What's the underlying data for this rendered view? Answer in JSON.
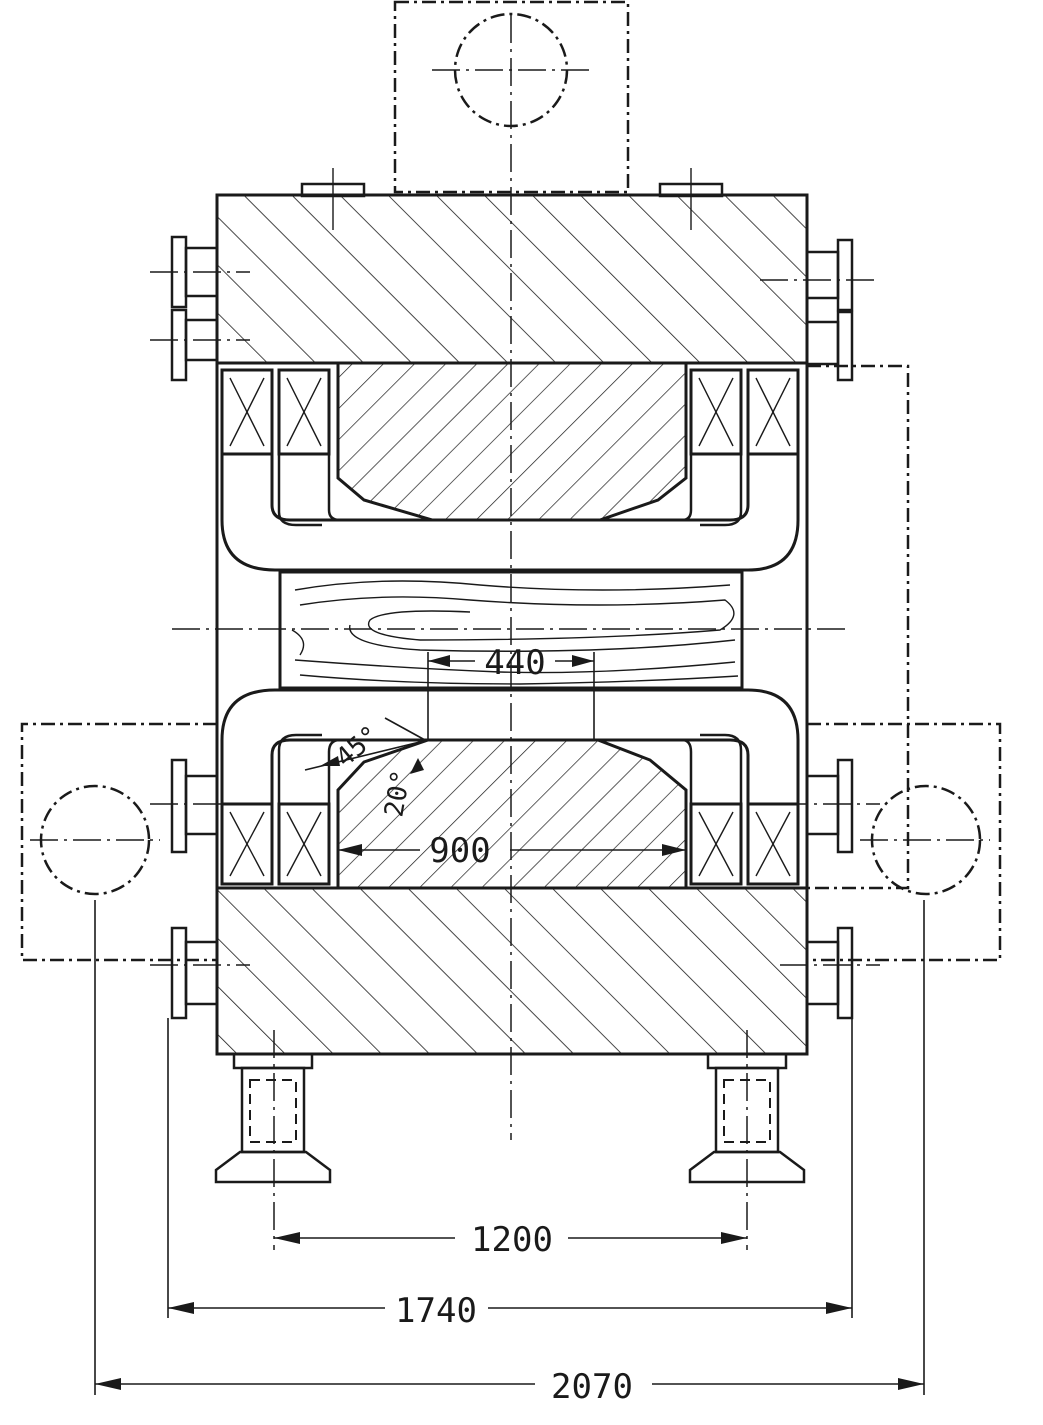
{
  "drawing": {
    "dimensions": {
      "gap_width": "440",
      "pole_width": "900",
      "foot_spacing": "1200",
      "flange_span": "1740",
      "overall_width": "2070"
    },
    "angles": {
      "chamfer_large": "45°",
      "chamfer_small": "20°"
    }
  }
}
